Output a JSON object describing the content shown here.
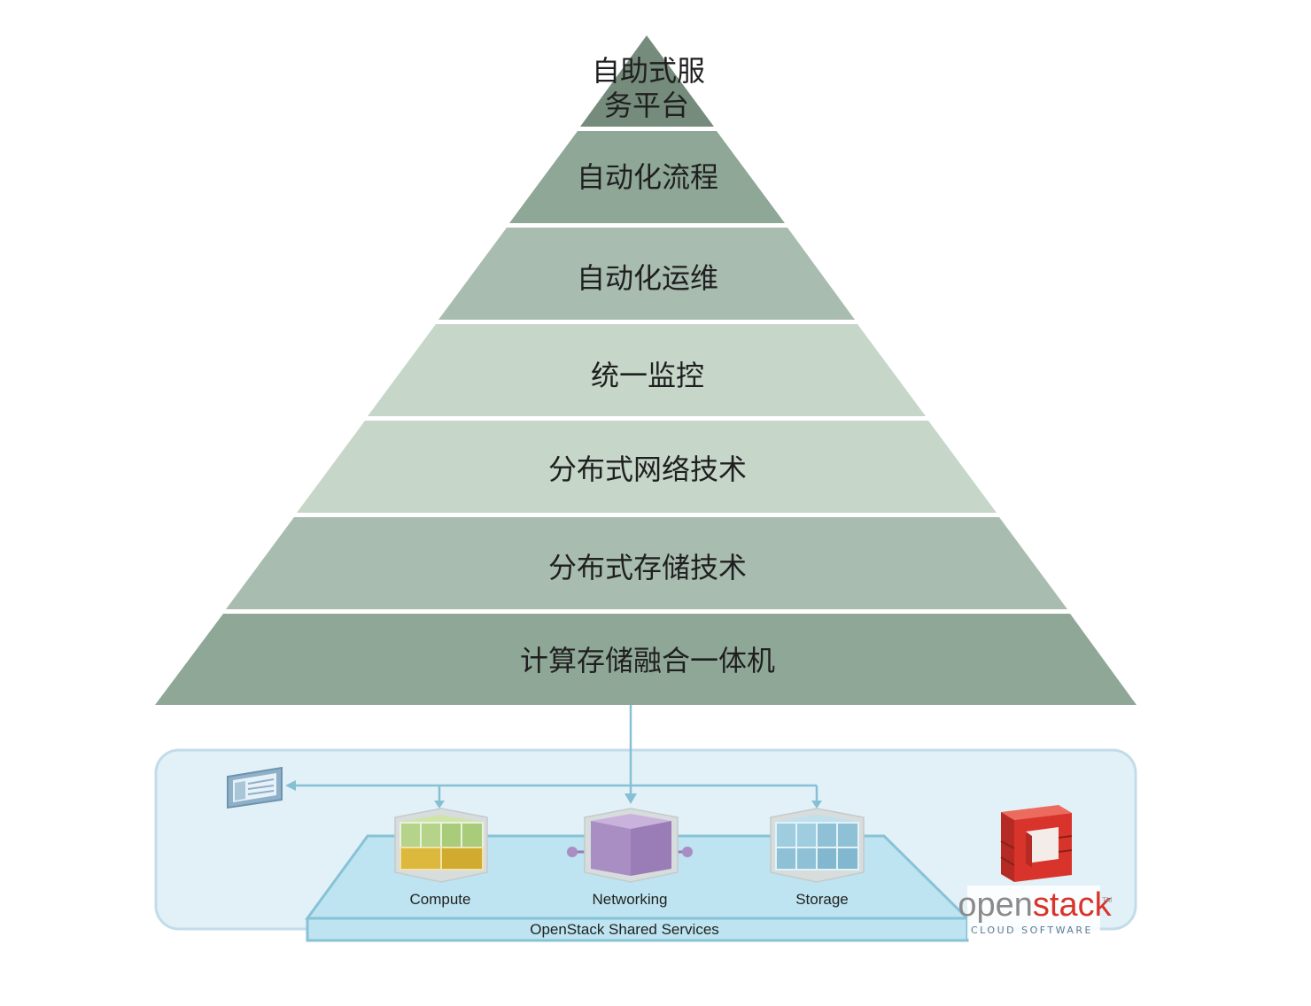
{
  "pyramid": {
    "layers": [
      {
        "label_line1": "自助式服",
        "label_line2": "务平台",
        "color": "#758b7b"
      },
      {
        "label": "自动化流程",
        "color": "#8fa797"
      },
      {
        "label": "自动化运维",
        "color": "#a8bcaf"
      },
      {
        "label": "统一监控",
        "color": "#c6d7ca"
      },
      {
        "label": "分布式网络技术",
        "color": "#c6d7ca"
      },
      {
        "label": "分布式存储技术",
        "color": "#a8bcaf"
      },
      {
        "label": "计算存储融合一体机",
        "color": "#8fa797"
      }
    ]
  },
  "openstack": {
    "services": [
      {
        "label": "Compute",
        "icon": "compute-cube-icon",
        "color": "#b5d48a"
      },
      {
        "label": "Networking",
        "icon": "networking-cube-icon",
        "color": "#a98ec3"
      },
      {
        "label": "Storage",
        "icon": "storage-cube-icon",
        "color": "#8fc1d6"
      }
    ],
    "platform_label": "OpenStack Shared Services",
    "logo_word_left": "open",
    "logo_word_right": "stack",
    "logo_tm": "TM",
    "logo_subtitle": "CLOUD SOFTWARE",
    "panel_icon": "dashboard-icon",
    "colors": {
      "panel_bg": "#e2f1f7",
      "panel_border": "#c2dce8",
      "connector": "#86c0d4",
      "logo_red": "#d8342b",
      "logo_gray": "#8a8a8a"
    }
  }
}
